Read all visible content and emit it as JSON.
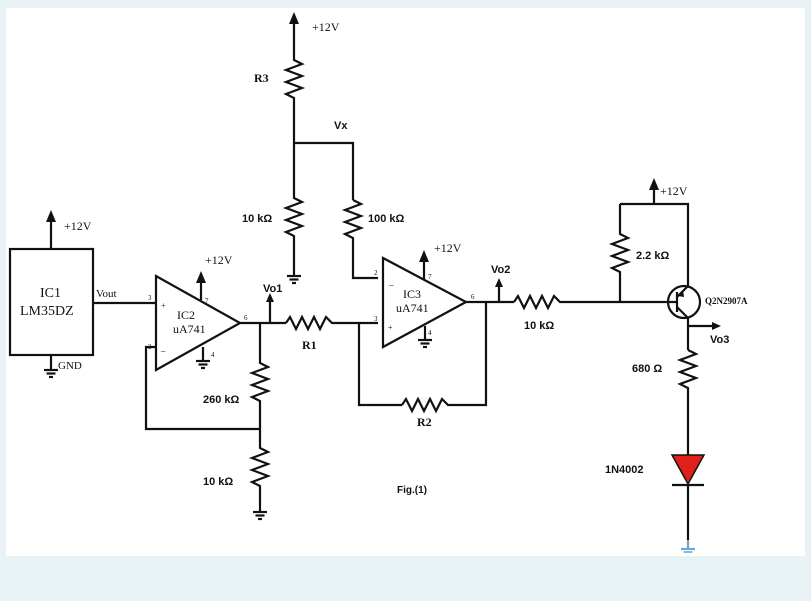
{
  "supply": {
    "label": "+12V"
  },
  "ic1": {
    "name": "IC1",
    "part": "LM35DZ",
    "out_label": "Vout",
    "gnd_label": "GND"
  },
  "ic2": {
    "name": "IC2",
    "part": "uA741",
    "pin_in_plus": "3",
    "pin_in_minus": "2",
    "pin_out": "6",
    "pin_vcc": "7",
    "pin_vee": "4"
  },
  "ic3": {
    "name": "IC3",
    "part": "uA741",
    "pin_in_plus": "3",
    "pin_in_minus": "2",
    "pin_out": "6",
    "pin_vcc": "7",
    "pin_vee": "4"
  },
  "resistors": {
    "r3": "R3",
    "r_10k_top": "10 kΩ",
    "r_100k": "100 kΩ",
    "r1": "R1",
    "r2": "R2",
    "r_260k": "260 kΩ",
    "r_10k_bottom": "10 kΩ",
    "r_10k_base": "10 kΩ",
    "r_2k2": "2.2 kΩ",
    "r_680": "680 Ω"
  },
  "nodes": {
    "vx": "Vx",
    "vo1": "Vo1",
    "vo2": "Vo2",
    "vo3": "Vo3"
  },
  "transistor": {
    "part": "Q2N2907A"
  },
  "diode": {
    "part": "1N4002",
    "color": "#e0201b"
  },
  "figure": {
    "caption": "Fig.(1)"
  },
  "colors": {
    "wire": "#111111",
    "background": "#e9f3f6",
    "sheet": "#ffffff",
    "ground_tail": "#6aa7d8"
  }
}
